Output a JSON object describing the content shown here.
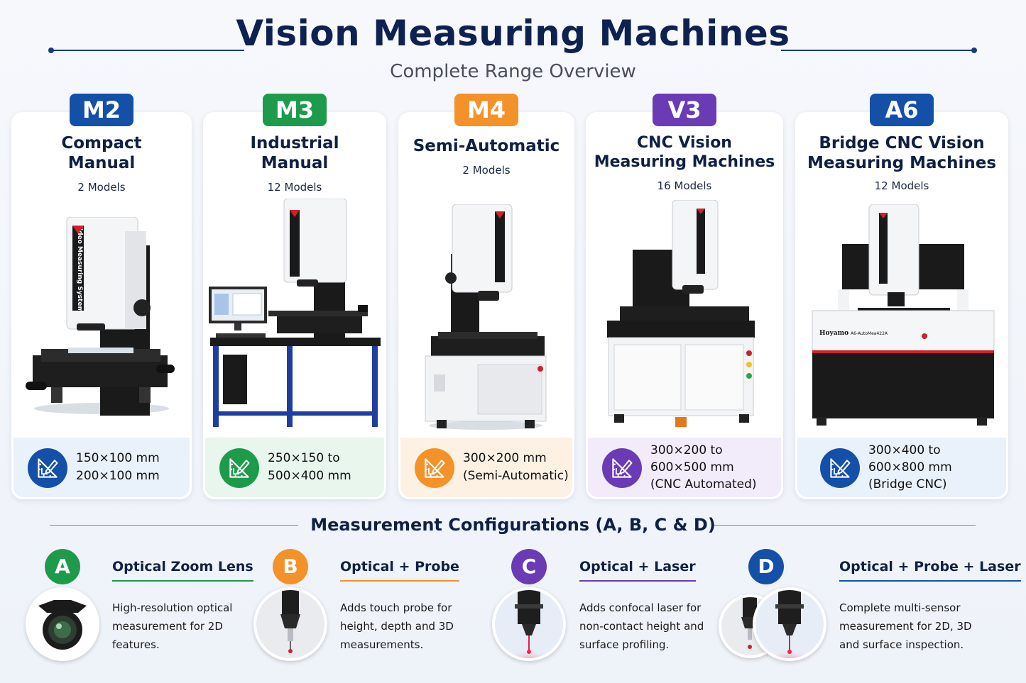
{
  "header": {
    "title": "Vision Measuring Machines",
    "subtitle": "Complete Range Overview"
  },
  "colors": {
    "navy": "#0e2150",
    "blue": "#1450a8",
    "green": "#1e9b4a",
    "orange": "#f4922a",
    "purple": "#6a3bb4"
  },
  "models": [
    {
      "badge": "M2",
      "title_line1": "Compact",
      "title_line2": "Manual",
      "models": "2 Models",
      "spec_line1": "150×100 mm",
      "spec_line2": "200×100 mm",
      "spec_line3": "",
      "color": "#1450a8",
      "tint": "#e9f1fb",
      "icon": "ruler-pencil-icon"
    },
    {
      "badge": "M3",
      "title_line1": "Industrial",
      "title_line2": "Manual",
      "models": "12 Models",
      "spec_line1": "250×150 to",
      "spec_line2": "500×400 mm",
      "spec_line3": "",
      "color": "#1e9b4a",
      "tint": "#e8f6ee",
      "icon": "ruler-pencil-icon"
    },
    {
      "badge": "M4",
      "title_line1": "Semi-Automatic",
      "title_line2": "",
      "models": "2 Models",
      "spec_line1": "300×200 mm",
      "spec_line2": "(Semi-Automatic)",
      "spec_line3": "",
      "color": "#f4922a",
      "tint": "#fdf1e4",
      "icon": "ruler-pencil-icon"
    },
    {
      "badge": "V3",
      "title_line1": "CNC Vision",
      "title_line2": "Measuring Machines",
      "models": "16 Models",
      "spec_line1": "300×200 to",
      "spec_line2": "600×500 mm",
      "spec_line3": "(CNC Automated)",
      "color": "#6a3bb4",
      "tint": "#f1ebfa",
      "icon": "ruler-pencil-icon"
    },
    {
      "badge": "A6",
      "title_line1": "Bridge CNC Vision",
      "title_line2": "Measuring Machines",
      "models": "12 Models",
      "spec_line1": "300×400 to",
      "spec_line2": "600×800 mm",
      "spec_line3": "(Bridge CNC)",
      "color": "#1450a8",
      "tint": "#e9f1fb",
      "icon": "ruler-pencil-icon"
    }
  ],
  "machine_labels": {
    "column_text": "Video Measuring System",
    "brand": "Hoyamo",
    "a6_label": "A6-AutoMea422A"
  },
  "configs": {
    "section_title": "Measurement Configurations (A, B, C & D)",
    "items": [
      {
        "letter": "A",
        "name": "Optical Zoom Lens",
        "desc_line1": "High-resolution optical",
        "desc_line2": "measurement for 2D",
        "desc_line3": "features.",
        "color": "#1e9b4a",
        "icon": "zoom-lens-icon"
      },
      {
        "letter": "B",
        "name": "Optical + Probe",
        "desc_line1": "Adds touch probe for",
        "desc_line2": "height, depth and 3D",
        "desc_line3": "measurements.",
        "color": "#f4922a",
        "icon": "touch-probe-icon"
      },
      {
        "letter": "C",
        "name": "Optical + Laser",
        "desc_line1": "Adds confocal laser for",
        "desc_line2": "non-contact height and",
        "desc_line3": "surface profiling.",
        "color": "#6a3bb4",
        "icon": "laser-head-icon"
      },
      {
        "letter": "D",
        "name": "Optical + Probe + Laser",
        "desc_line1": "Complete multi-sensor",
        "desc_line2": "measurement for 2D, 3D",
        "desc_line3": "and surface inspection.",
        "color": "#1450a8",
        "icon": "multi-sensor-icon"
      }
    ]
  }
}
